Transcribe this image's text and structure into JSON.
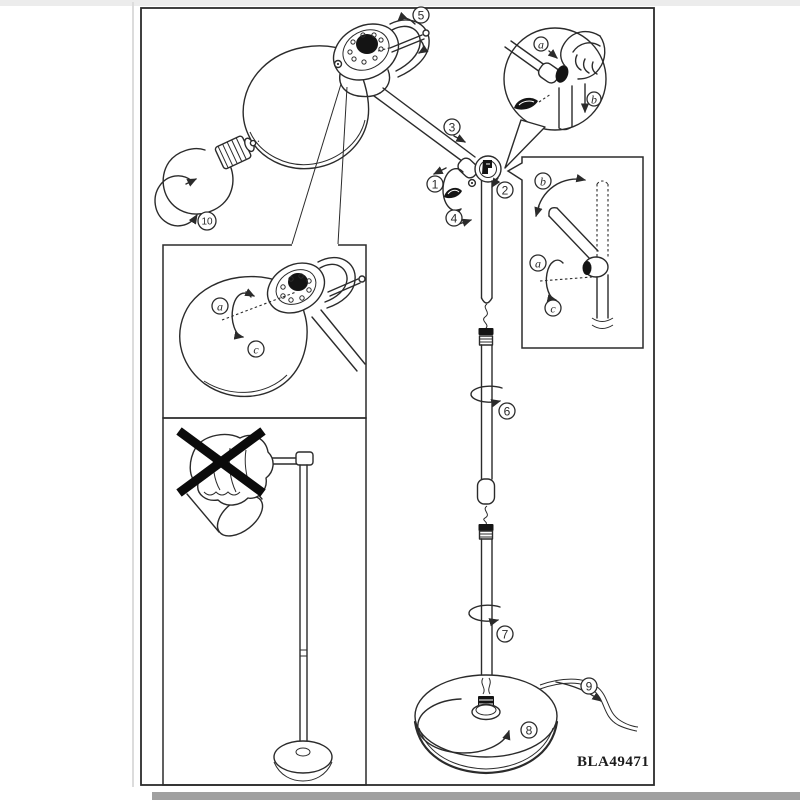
{
  "colors": {
    "ink": "#2b2b2b",
    "cross_black": "#0b0b0b",
    "paper": "#ffffff",
    "top_margin_strip": "#ececec",
    "bottom_edge_strip": "#a0a0a0"
  },
  "footer": {
    "model_number": "BLA49471"
  },
  "step_callouts": {
    "s1": "1",
    "s2": "2",
    "s3": "3",
    "s4": "4",
    "s5": "5",
    "s6": "6",
    "s7": "7",
    "s8": "8",
    "s9": "9",
    "s10": "10"
  },
  "detail_labels": {
    "balloon": {
      "a": "a",
      "b": "b"
    },
    "arm_inset": {
      "a": "a",
      "b": "b",
      "c": "c"
    },
    "head_inset": {
      "a": "a",
      "c": "c"
    }
  },
  "icons": {
    "prohibition_cross": "✕",
    "press_down_arrow": "↓",
    "rotate_arrow": "↻"
  }
}
